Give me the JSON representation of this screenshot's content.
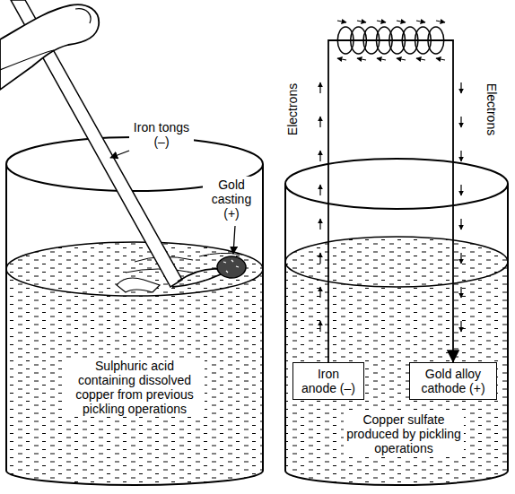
{
  "diagram": {
    "nodes": [
      {
        "text": [
          "Iron anode (–)"
        ]
      },
      {
        "text": [
          "Gold alloy cathode (+)"
        ]
      }
    ],
    "edges": [
      {
        "from": 0,
        "to": 1,
        "arrow": "to"
      }
    ],
    "labels": [
      "Iron tongs (–)",
      "Gold casting (+)",
      "Sulphuric acid containing dissolved copper from previous pickling operations",
      "Electrons",
      "Electrons",
      "Copper sulfate produced by pickling operations"
    ]
  }
}
